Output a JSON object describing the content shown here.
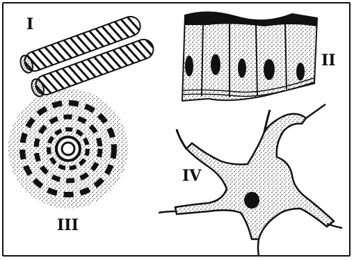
{
  "labels": {
    "muscle": "I",
    "epithelium": "II",
    "bone": "III",
    "neuron": "IV"
  },
  "colors": {
    "ink": "#111111",
    "background": "#ffffff"
  }
}
